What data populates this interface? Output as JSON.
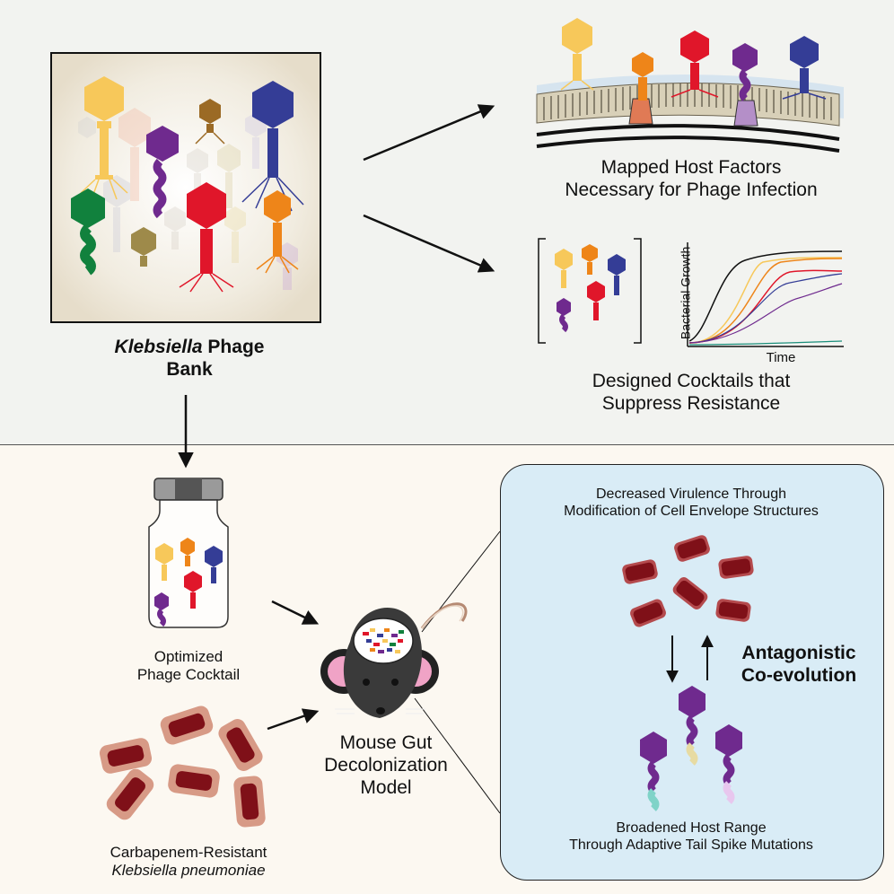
{
  "colors": {
    "top_bg": "#f2f3f0",
    "bottom_bg": "#fcf8f1",
    "callout_bg": "#d9ecf6",
    "phage_yellow": "#f7c85a",
    "phage_orange": "#ee8519",
    "phage_red": "#e0162a",
    "phage_purple": "#6f2a8e",
    "phage_blue": "#343d96",
    "phage_green": "#11813d",
    "phage_olive": "#9e8a4a",
    "phage_brown": "#9b6a25",
    "bacterium_fill": "#7f1018",
    "bacterium_halo": "#d79a86"
  },
  "phage_bank": {
    "title_italic": "Klebsiella",
    "title_rest": " Phage",
    "title_line2": "Bank"
  },
  "host_factors": {
    "line1": "Mapped Host Factors",
    "line2": "Necessary for Phage Infection"
  },
  "cocktails": {
    "line1": "Designed Cocktails that",
    "line2": "Suppress Resistance"
  },
  "growth_chart": {
    "ylabel": "Bacterial Growth",
    "xlabel": "Time"
  },
  "optimized_cocktail": {
    "line1": "Optimized",
    "line2": "Phage Cocktail"
  },
  "bacteria_label": {
    "line1": "Carbapenem-Resistant",
    "line2": "Klebsiella pneumoniae"
  },
  "mouse_model": {
    "line1": "Mouse Gut",
    "line2": "Decolonization",
    "line3": "Model"
  },
  "callout": {
    "virulence_line1": "Decreased Virulence Through",
    "virulence_line2": "Modification of Cell Envelope Structures",
    "coevolution_line1": "Antagonistic",
    "coevolution_line2": "Co-evolution",
    "host_range_line1": "Broadened Host Range",
    "host_range_line2": "Through Adaptive Tail Spike Mutations"
  },
  "icons": [
    "phage-icon",
    "bacterium-icon",
    "mouse-icon",
    "vial-icon",
    "arrow-icon",
    "membrane-icon",
    "growth-chart-icon"
  ]
}
